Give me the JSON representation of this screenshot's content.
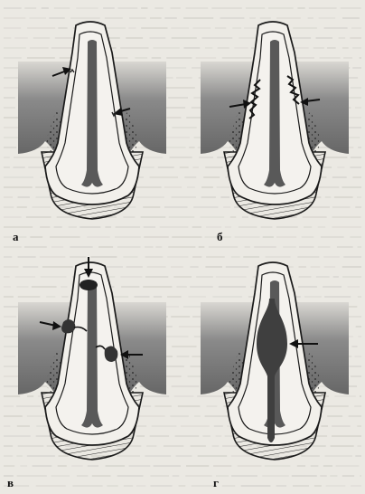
{
  "figure": {
    "panels": [
      {
        "id": "a",
        "label": "а",
        "lesion": "none"
      },
      {
        "id": "b",
        "label": "б",
        "lesion": "none"
      },
      {
        "id": "v",
        "label": "в",
        "lesion": "none"
      },
      {
        "id": "g",
        "label": "г",
        "lesion": "none"
      }
    ],
    "colors": {
      "ink": "#1a1a1a",
      "paper": "#ebe9e3",
      "pulp": "#595959",
      "dentin": "#efede8",
      "gum_dark": "#6e6e6e",
      "gum_light": "#d4d2cd"
    }
  }
}
